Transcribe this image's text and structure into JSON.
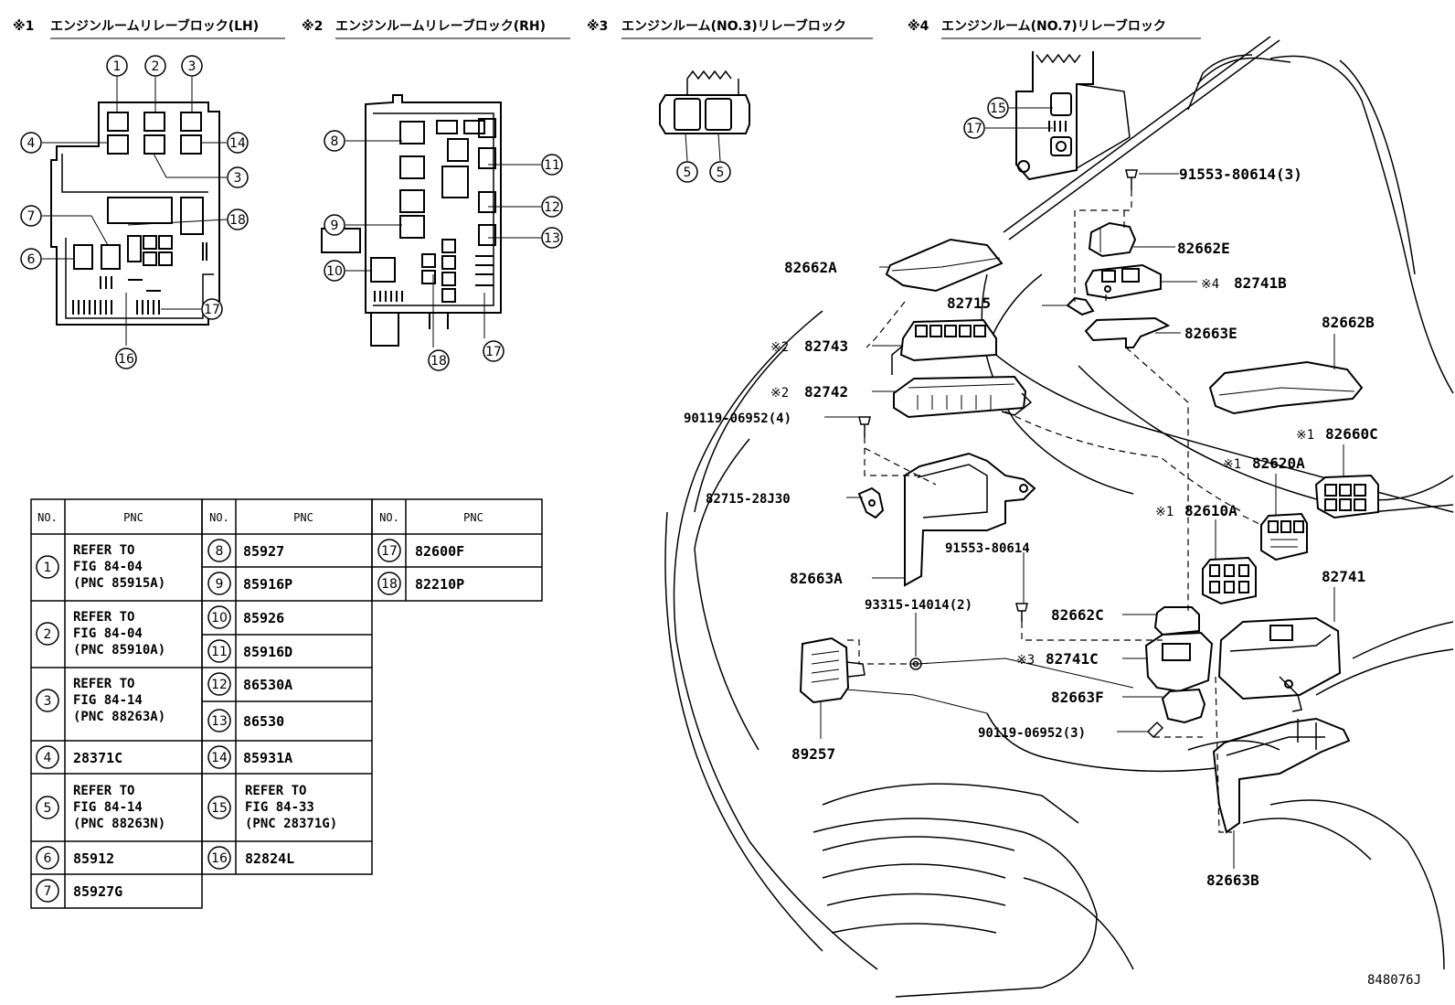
{
  "headers": [
    {
      "mark": "※1",
      "text": "エンジンルームリレーブロック(LH)"
    },
    {
      "mark": "※2",
      "text": "エンジンルームリレーブロック(RH)"
    },
    {
      "mark": "※3",
      "text": "エンジンルーム(NO.3)リレーブロック"
    },
    {
      "mark": "※4",
      "text": "エンジンルーム(NO.7)リレーブロック"
    }
  ],
  "inset_callouts": {
    "lh": [
      "1",
      "2",
      "3",
      "4",
      "3",
      "14",
      "7",
      "18",
      "6",
      "17",
      "16"
    ],
    "rh": [
      "8",
      "11",
      "12",
      "9",
      "13",
      "10",
      "17",
      "18"
    ],
    "no3": [
      "5",
      "5"
    ],
    "no7": [
      "15",
      "17"
    ]
  },
  "part_labels": {
    "p91553_3": "91553-80614(3)",
    "p82662E": "82662E",
    "p82662A": "82662A",
    "p82741B_mark": "※4",
    "p82741B": "82741B",
    "p82715": "82715",
    "p82663E": "82663E",
    "p82662B": "82662B",
    "p82743_mark": "※2",
    "p82743": "82743",
    "p82742_mark": "※2",
    "p82742": "82742",
    "p90119_4": "90119-06952(4)",
    "p82660C_mark": "※1",
    "p82660C": "82660C",
    "p82620A_mark": "※1",
    "p82620A": "82620A",
    "p82715_28J30": "82715-28J30",
    "p82610A_mark": "※1",
    "p82610A": "82610A",
    "p91553": "91553-80614",
    "p82741": "82741",
    "p82663A": "82663A",
    "p93315": "93315-14014(2)",
    "p82662C": "82662C",
    "p82741C_mark": "※3",
    "p82741C": "82741C",
    "p82663F": "82663F",
    "p90119_3": "90119-06952(3)",
    "p89257": "89257",
    "p82663B": "82663B",
    "fig_id": "848076J"
  },
  "table": {
    "headers": {
      "no": "NO.",
      "pnc": "PNC"
    },
    "col1": [
      {
        "no": "1",
        "lines": [
          "REFER TO",
          "FIG 84-04",
          "(PNC 85915A)"
        ]
      },
      {
        "no": "2",
        "lines": [
          "REFER TO",
          "FIG 84-04",
          "(PNC 85910A)"
        ]
      },
      {
        "no": "3",
        "lines": [
          "REFER TO",
          "FIG 84-14",
          "(PNC 88263A)"
        ]
      },
      {
        "no": "4",
        "lines": [
          "28371C"
        ]
      },
      {
        "no": "5",
        "lines": [
          "REFER TO",
          "FIG 84-14",
          "(PNC 88263N)"
        ]
      },
      {
        "no": "6",
        "lines": [
          "85912"
        ]
      },
      {
        "no": "7",
        "lines": [
          "85927G"
        ]
      }
    ],
    "col2": [
      {
        "no": "8",
        "lines": [
          "85927"
        ]
      },
      {
        "no": "9",
        "lines": [
          "85916P"
        ]
      },
      {
        "no": "10",
        "lines": [
          "85926"
        ]
      },
      {
        "no": "11",
        "lines": [
          "85916D"
        ]
      },
      {
        "no": "12",
        "lines": [
          "86530A"
        ]
      },
      {
        "no": "13",
        "lines": [
          "86530"
        ]
      },
      {
        "no": "14",
        "lines": [
          "85931A"
        ]
      },
      {
        "no": "15",
        "lines": [
          "REFER TO",
          "FIG 84-33",
          "(PNC 28371G)"
        ]
      },
      {
        "no": "16",
        "lines": [
          "82824L"
        ]
      }
    ],
    "col3": [
      {
        "no": "17",
        "lines": [
          "82600F"
        ]
      },
      {
        "no": "18",
        "lines": [
          "82210P"
        ]
      }
    ]
  }
}
